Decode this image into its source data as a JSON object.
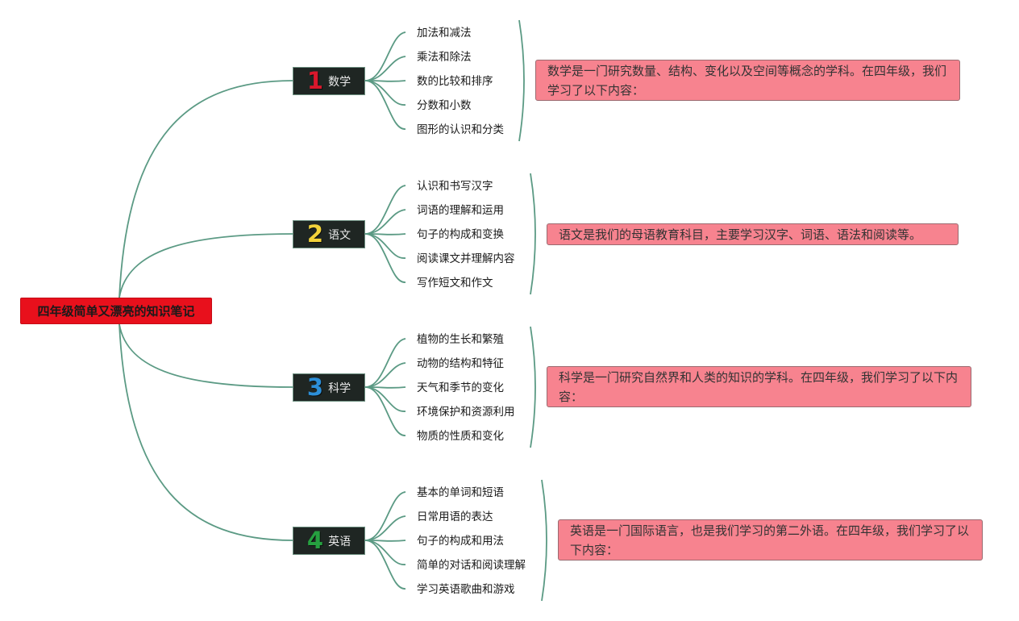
{
  "root": {
    "title": "四年级简单又漂亮的知识笔记"
  },
  "colors": {
    "line": "#5b9a84",
    "root_bg": "#e8101c",
    "branch_bg": "#1f2623",
    "note_bg": "#f7838f"
  },
  "branches": [
    {
      "number": "1",
      "number_color": "#d9182c",
      "label": "数学",
      "items": [
        "加法和减法",
        "乘法和除法",
        "数的比较和排序",
        "分数和小数",
        "图形的认识和分类"
      ],
      "note": "数学是一门研究数量、结构、变化以及空间等概念的学科。在四年级，我们学习了以下内容："
    },
    {
      "number": "2",
      "number_color": "#f2d23a",
      "label": "语文",
      "items": [
        "认识和书写汉字",
        "词语的理解和运用",
        "句子的构成和变换",
        "阅读课文并理解内容",
        "写作短文和作文"
      ],
      "note": "语文是我们的母语教育科目，主要学习汉字、词语、语法和阅读等。"
    },
    {
      "number": "3",
      "number_color": "#2c8fd8",
      "label": "科学",
      "items": [
        "植物的生长和繁殖",
        "动物的结构和特征",
        "天气和季节的变化",
        "环境保护和资源利用",
        "物质的性质和变化"
      ],
      "note": "科学是一门研究自然界和人类的知识的学科。在四年级，我们学习了以下内容："
    },
    {
      "number": "4",
      "number_color": "#26a040",
      "label": "英语",
      "items": [
        "基本的单词和短语",
        "日常用语的表达",
        "句子的构成和用法",
        "简单的对话和阅读理解",
        "学习英语歌曲和游戏"
      ],
      "note": "英语是一门国际语言，也是我们学习的第二外语。在四年级，我们学习了以下内容："
    }
  ]
}
